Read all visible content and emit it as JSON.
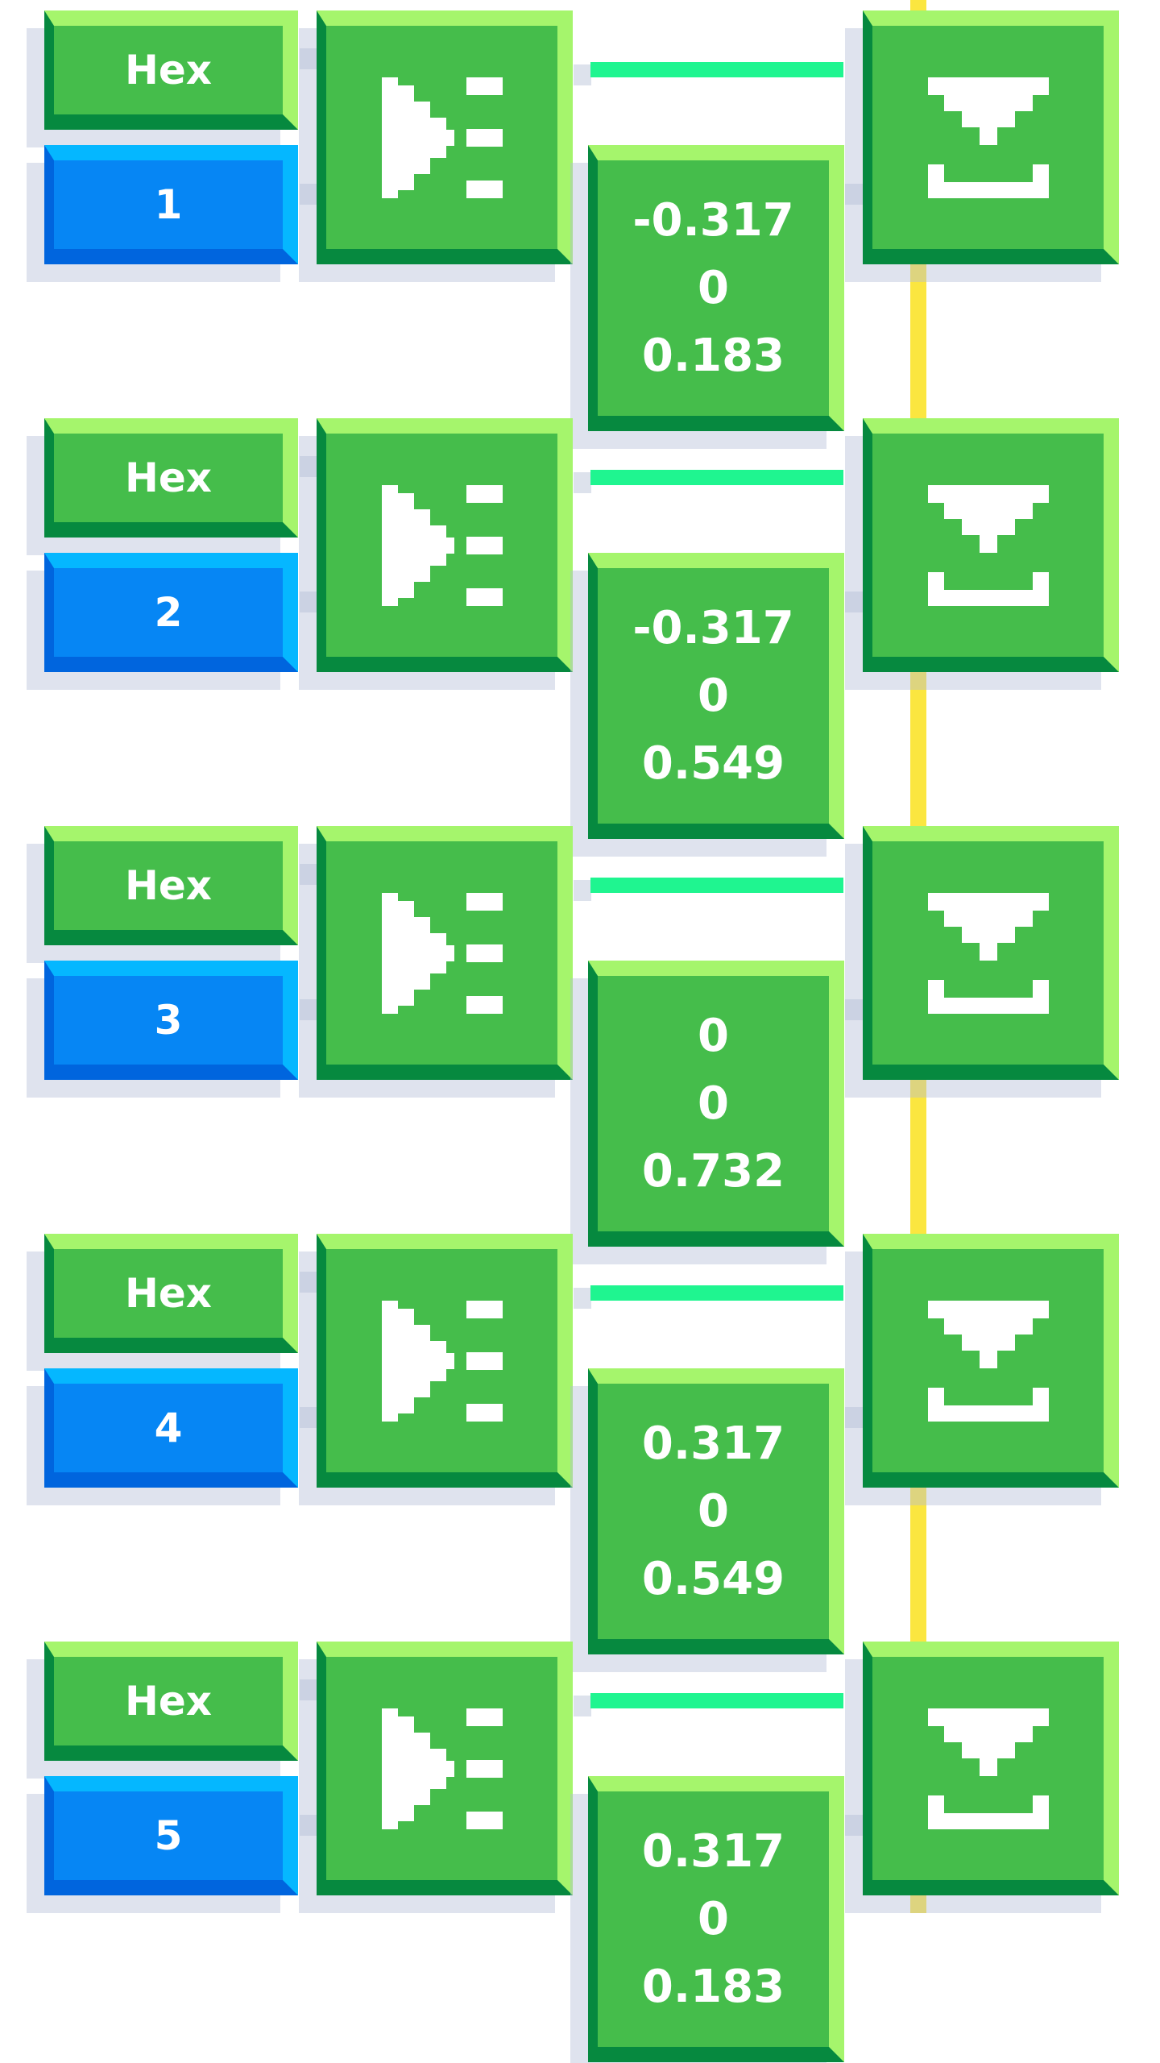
{
  "colors": {
    "block_green": "#45bd4b",
    "block_green_light": "#a5f56c",
    "block_green_dark": "#06893f",
    "block_blue": "#0686f4",
    "block_blue_light": "#05b7ff",
    "block_blue_dark": "#0065de",
    "connector_green": "#1ff590",
    "connector_yellow": "#fbe640",
    "icon_white": "#ffffff"
  },
  "icons": {
    "filter": "triangle-filter-icon",
    "sink": "funnel-into-tray-icon"
  },
  "rows": [
    {
      "label": "Hex",
      "index": "1",
      "values": [
        "-0.317",
        "0",
        "0.183"
      ]
    },
    {
      "label": "Hex",
      "index": "2",
      "values": [
        "-0.317",
        "0",
        "0.549"
      ]
    },
    {
      "label": "Hex",
      "index": "3",
      "values": [
        "0",
        "0",
        "0.732"
      ]
    },
    {
      "label": "Hex",
      "index": "4",
      "values": [
        "0.317",
        "0",
        "0.549"
      ]
    },
    {
      "label": "Hex",
      "index": "5",
      "values": [
        "0.317",
        "0",
        "0.183"
      ]
    }
  ]
}
